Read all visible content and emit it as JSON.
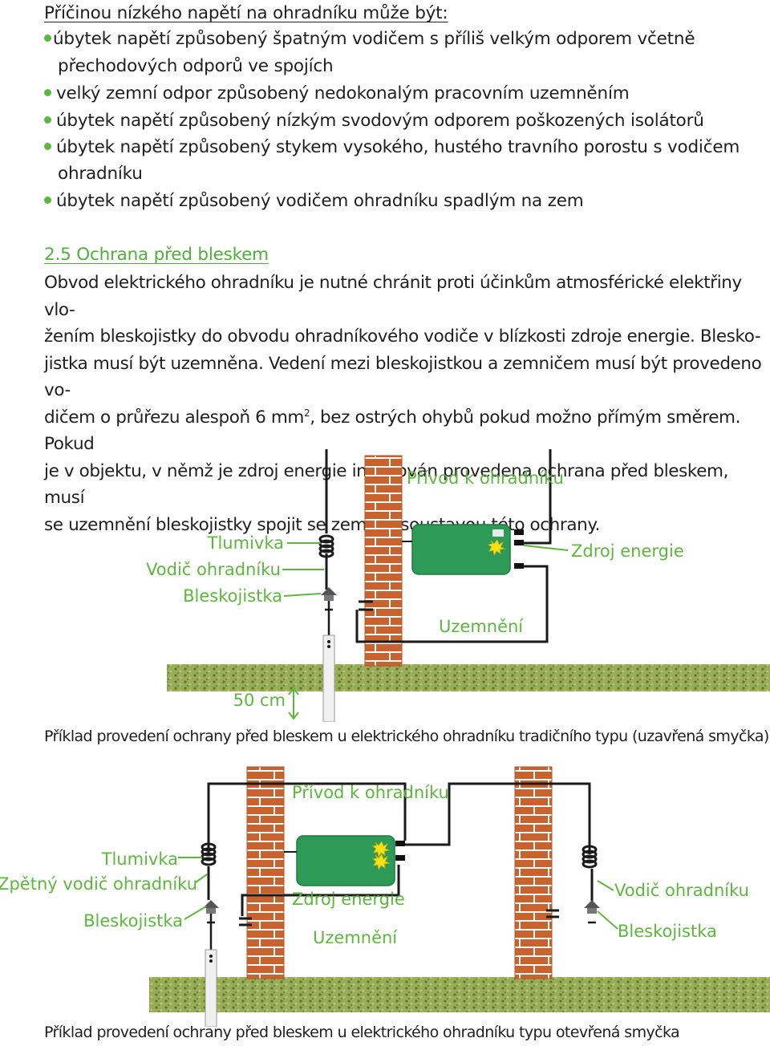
{
  "causes": {
    "heading": "Příčinou nízkého napětí na ohradníku může být:",
    "items": [
      "úbytek napětí způsobený špatným vodičem s příliš velkým odporem včetně",
      "přechodových odporů ve spojích",
      "velký zemní odpor způsobený nedokonalým pracovním uzemněním",
      "úbytek napětí způsobený nízkým svodovým odporem poškozených isolátorů",
      "úbytek napětí způsobený stykem vysokého, hustého travního porostu s vodičem",
      "ohradníku",
      "úbytek napětí způsobený vodičem ohradníku spadlým na zem"
    ]
  },
  "section": {
    "heading": "2.5 Ochrana před bleskem",
    "lines": [
      "Obvod elektrického ohradníku je nutné chránit proti účinkům atmosférické elektřiny vlo-",
      "žením bleskojistky do obvodu ohradníkového vodiče v blízkosti zdroje energie. Blesko-",
      "jistka musí být uzemněna. Vedení mezi bleskojistkou a zemničem musí být provedeno vo-",
      "dičem o průřezu alespoň 6 mm",
      "2",
      ", bez ostrých ohybů pokud možno přímým směrem. Pokud",
      "je v objektu, v němž je zdroj energie instalován provedena ochrana před bleskem, musí",
      "se uzemnění bleskojistky spojit se zemnící soustavou této ochrany."
    ]
  },
  "figure1": {
    "labels": {
      "supply": "Přívod k ohradníku",
      "choke": "Tlumivka",
      "fence_wire": "Vodič ohradníku",
      "arrester": "Bleskojistka",
      "energizer": "Zdroj energie",
      "earthing": "Uzemnění",
      "depth": "50 cm"
    },
    "caption": "Příklad provedení ochrany před bleskem u elektrického ohradníku tradičního typu (uzavřená smyčka)"
  },
  "figure2": {
    "labels": {
      "supply": "Přívod k ohradníku",
      "choke": "Tlumivka",
      "return_wire": "Zpětný vodič ohradníku",
      "arrester_left": "Bleskojistka",
      "energizer": "Zdroj energie",
      "earthing": "Uzemnění",
      "fence_wire": "Vodič ohradníku",
      "arrester_right": "Bleskojistka"
    },
    "caption": "Příklad provedení ochrany před bleskem u elektrického ohradníku typu otevřená smyčka"
  },
  "colors": {
    "label_green": "#5cb83d",
    "brick": "#c8622e",
    "energizer": "#2e9a57",
    "grass": "#8aa34a"
  }
}
